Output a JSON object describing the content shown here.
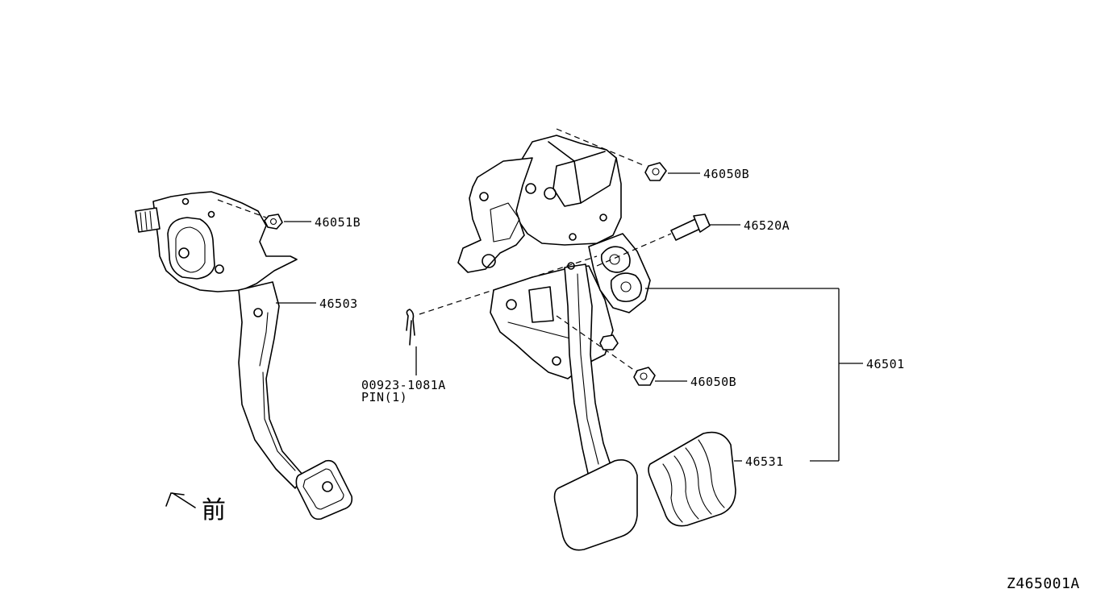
{
  "parts": {
    "p46050b_top": "46050B",
    "p46051b": "46051B",
    "p46520a": "46520A",
    "p46503": "46503",
    "p46501": "46501",
    "p00923": "00923-1081A",
    "pin_note": "PIN(1)",
    "p46050b_bottom": "46050B",
    "p46531": "46531"
  },
  "front_indicator": {
    "label": "前",
    "icon": "front-arrow-icon"
  },
  "diagram_code": "Z465001A"
}
